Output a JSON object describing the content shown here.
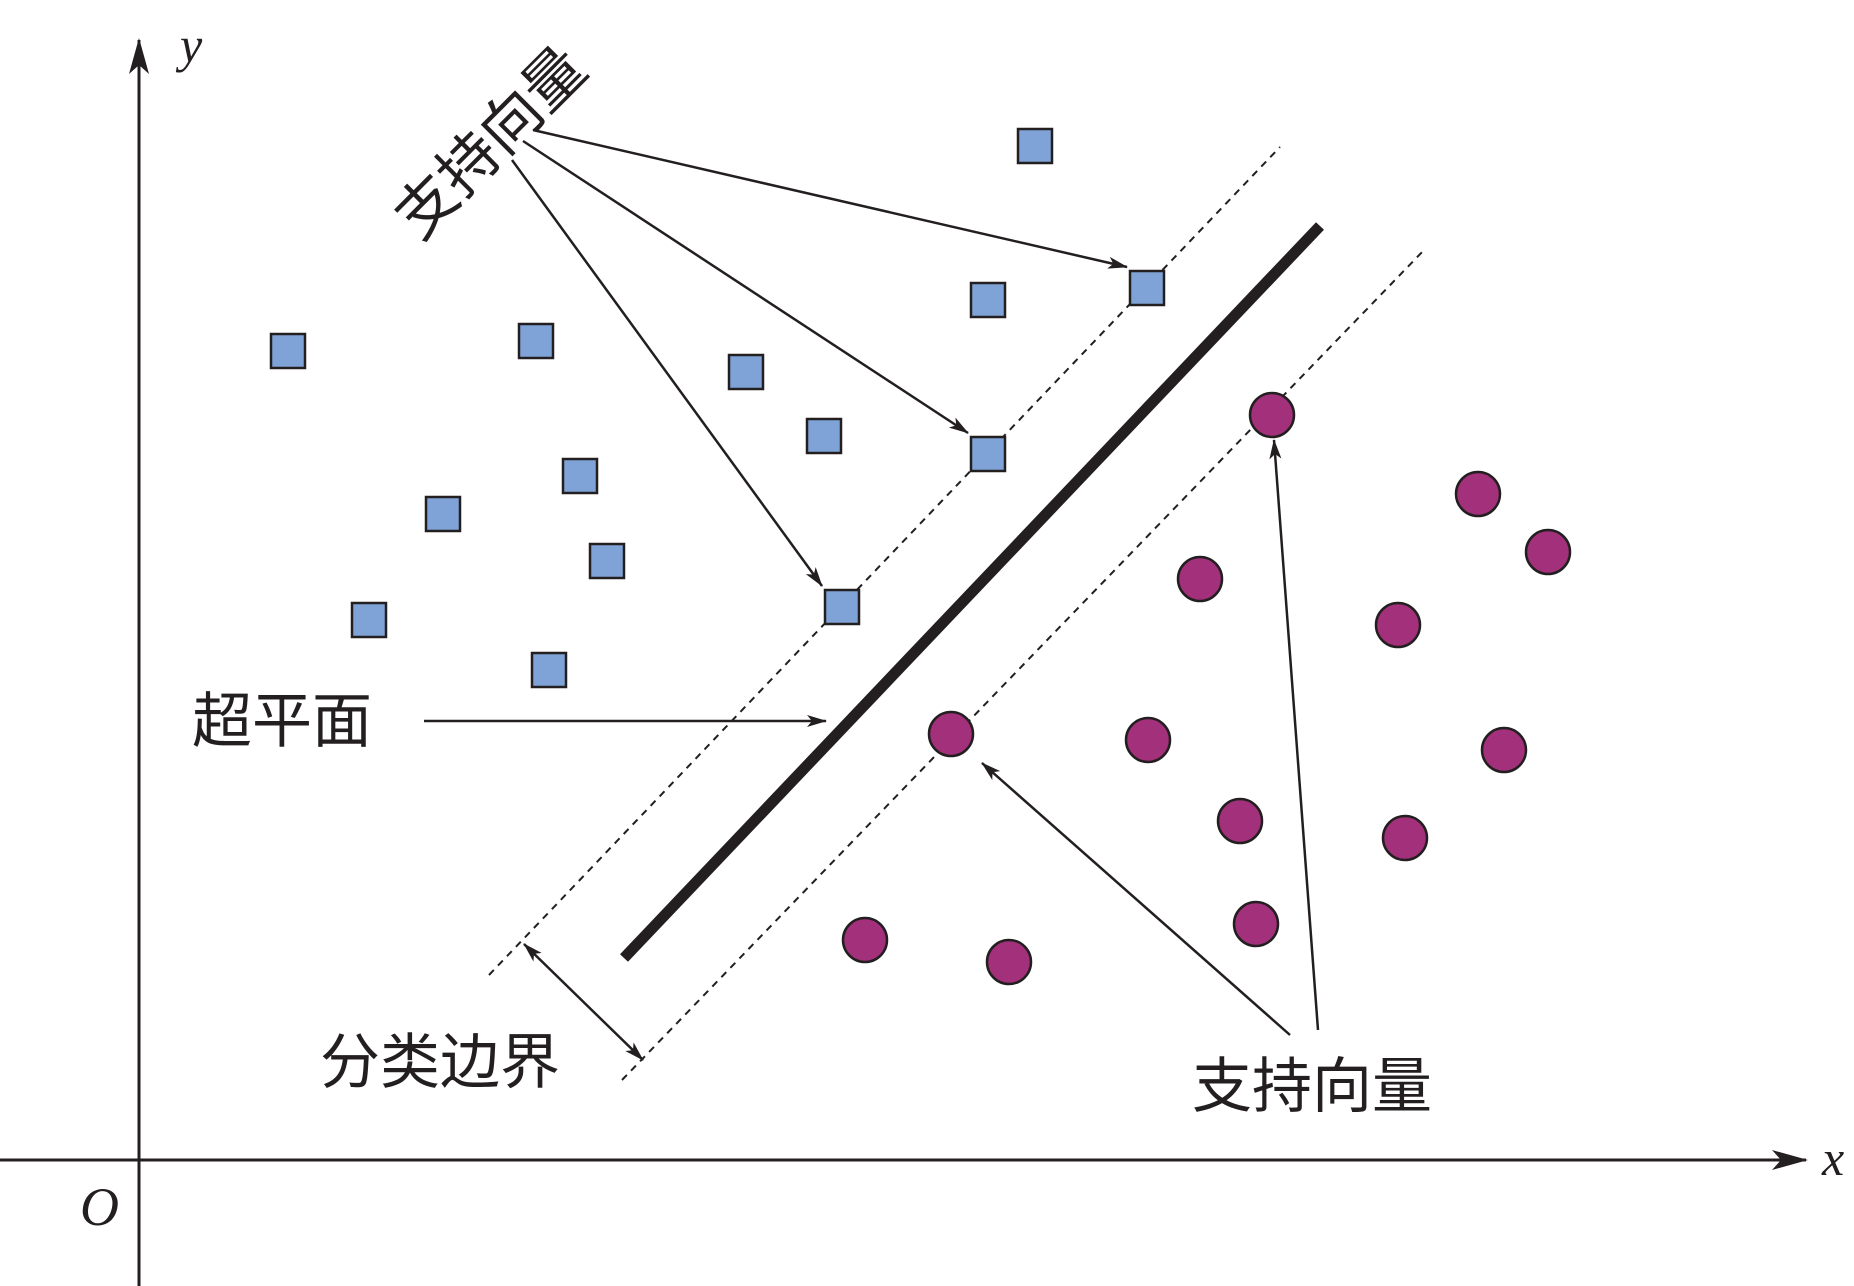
{
  "labels": {
    "support_vectors_top": "支持向量",
    "support_vectors_bottom": "支持向量",
    "hyperplane": "超平面",
    "classification_margin": "分类边界",
    "x_axis": "x",
    "y_axis": "y",
    "origin": "O"
  },
  "colors": {
    "square_fill": "#7fa3d6",
    "circle_fill": "#a3307a",
    "stroke": "#231f20"
  },
  "legend": {
    "square_class_icon": "square-marker",
    "circle_class_icon": "circle-marker"
  }
}
